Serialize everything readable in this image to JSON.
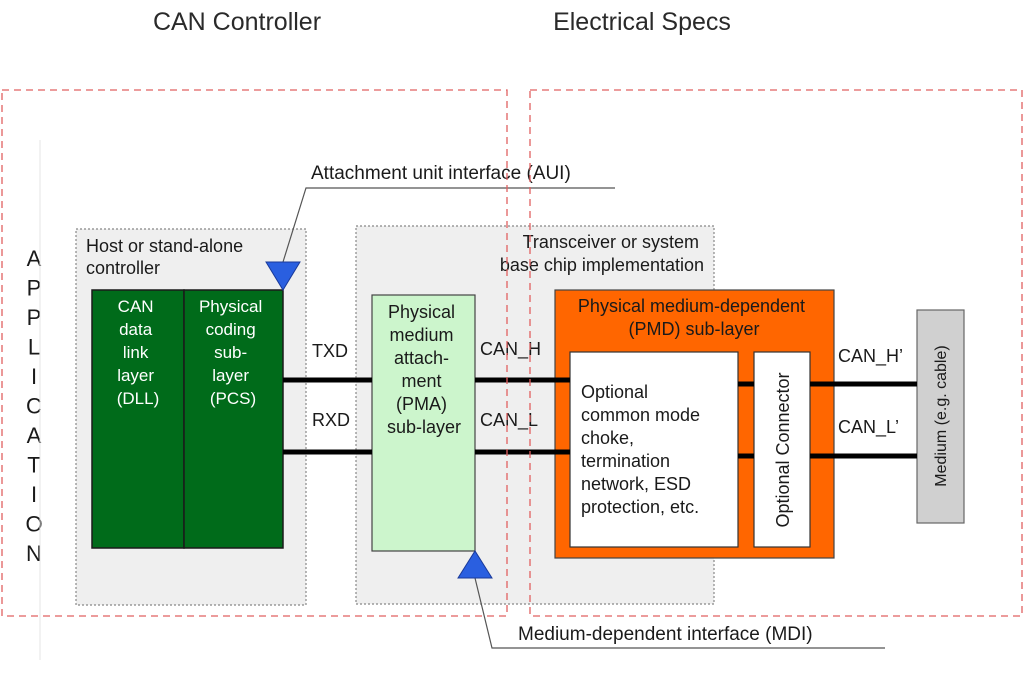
{
  "headers": {
    "can_controller": "CAN Controller",
    "electrical_specs": "Electrical Specs"
  },
  "application_letters": [
    "A",
    "P",
    "P",
    "L",
    "I",
    "C",
    "A",
    "T",
    "I",
    "O",
    "N"
  ],
  "aui_label": "Attachment unit interface (AUI)",
  "mdi_label": "Medium-dependent interface (MDI)",
  "host": {
    "title_lines": [
      "Host or stand-alone",
      "controller"
    ],
    "dll_lines": [
      "CAN",
      "data",
      "link",
      "layer",
      "(DLL)"
    ],
    "pcs_lines": [
      "Physical",
      "coding",
      "sub-",
      "layer",
      "(PCS)"
    ]
  },
  "signals": {
    "txd": "TXD",
    "rxd": "RXD"
  },
  "transceiver": {
    "title_lines": [
      "Transceiver or system",
      "base chip implementation"
    ],
    "pma_lines": [
      "Physical",
      "medium",
      "attach-",
      "ment",
      "(PMA)",
      "sub-layer"
    ],
    "can_h": "CAN_H",
    "can_l": "CAN_L"
  },
  "pmd": {
    "title_lines": [
      "Physical medium-dependent",
      "(PMD) sub-layer"
    ],
    "choke_lines": [
      "Optional",
      "common mode",
      "choke,",
      "termination",
      "network, ESD",
      "protection, etc."
    ],
    "connector": "Optional Connector"
  },
  "outputs": {
    "can_h_prime": "CAN_H’",
    "can_l_prime": "CAN_L’"
  },
  "medium": "Medium (e.g. cable)",
  "colors": {
    "dll_green": "#006b1a",
    "pma_green": "#ccf5cc",
    "pmd_orange": "#ff6600",
    "dashed_red": "#e06060",
    "triangle_blue": "#2a5fe0",
    "box_gray": "#efefef",
    "medium_gray": "#d0d0d0"
  }
}
